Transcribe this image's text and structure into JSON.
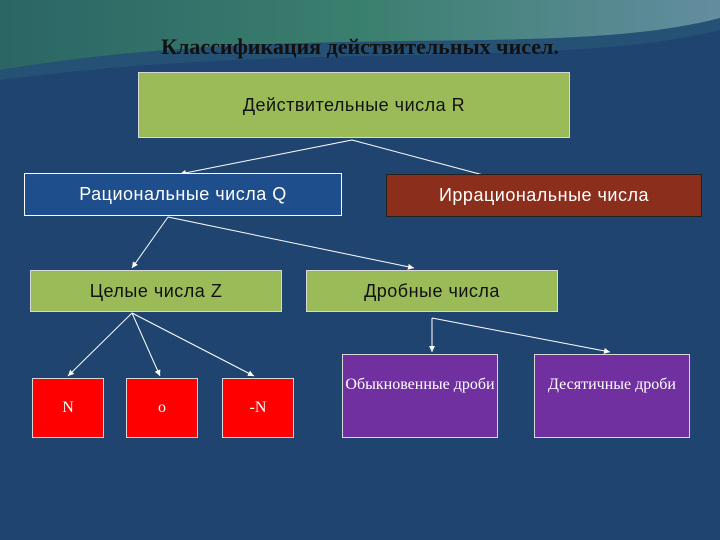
{
  "title": "Классификация действительных чисел.",
  "nodes": {
    "real": "Действительные числа R",
    "rational": "Рациональные числа Q",
    "irrational": "Иррациональные числа",
    "integers": "Целые числа Z",
    "fractions": "Дробные числа",
    "natural": "N",
    "zero": "o",
    "neg_natural": "-N",
    "common_fractions": "Обыкновенные дроби",
    "decimal_fractions": "Десятичные дроби"
  },
  "colors": {
    "background": "#1f4470",
    "green": "#9bbb59",
    "blue": "#1f4e8c",
    "dark_red": "#8b2e1c",
    "red": "#ff0000",
    "purple": "#7030a0"
  }
}
